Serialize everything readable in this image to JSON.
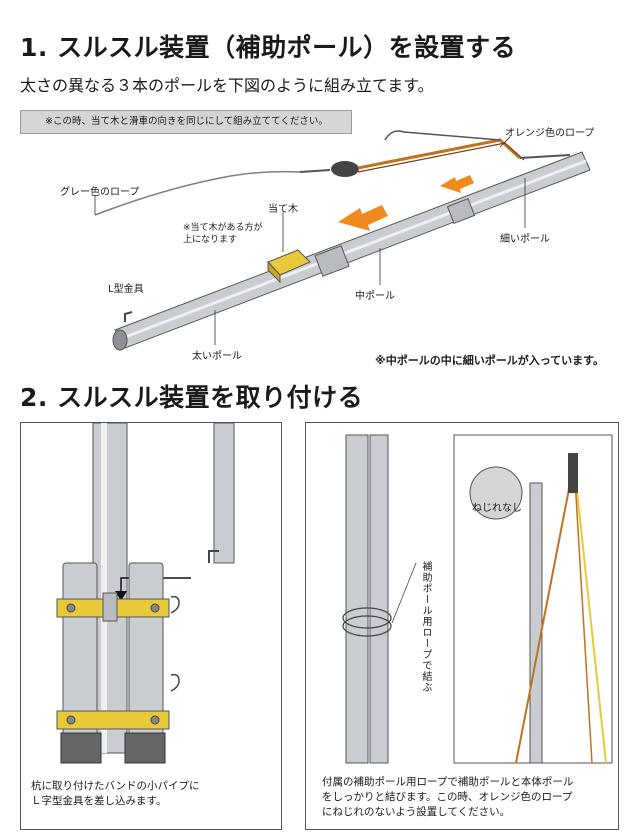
{
  "section1": {
    "title": "1. スルスル装置（補助ポール）を設置する",
    "subtitle": "太さの異なる３本のポールを下図のように組み立てます。",
    "note": "※この時、当て木と滑車の向きを同じにして組み立ててください。",
    "labels": {
      "orange_rope": "オレンジ色のロープ",
      "gray_rope": "グレー色のロープ",
      "block": "当て木",
      "block_note_1": "※当て木がある方が",
      "block_note_2": "上になります",
      "l_fitting": "L型金具",
      "thin_pole": "細いポール",
      "mid_pole": "中ポール",
      "thick_pole": "太いポール"
    },
    "bottom_note": "※中ポールの中に細いポールが入っています。"
  },
  "section2": {
    "title": "2. スルスル装置を取り付ける",
    "left_caption_1": "杭に取り付けたバンドの小パイプに",
    "left_caption_2": "Ｌ字型金具を差し込みます。",
    "rope_label": "補助ポール用ロープで結ぶ",
    "no_twist": "ねじれなし",
    "right_caption_1": "付属の補助ポール用ロープで補助ポールと本体ポール",
    "right_caption_2": "をしっかりと結びます。この時、オレンジ色のロープ",
    "right_caption_3": "にねじれのないよう設置してください。"
  },
  "colors": {
    "arrow": "#f08a1c",
    "block": "#e8c93a",
    "rope_orange": "#c0731e",
    "pole": "#c9cdd1"
  }
}
